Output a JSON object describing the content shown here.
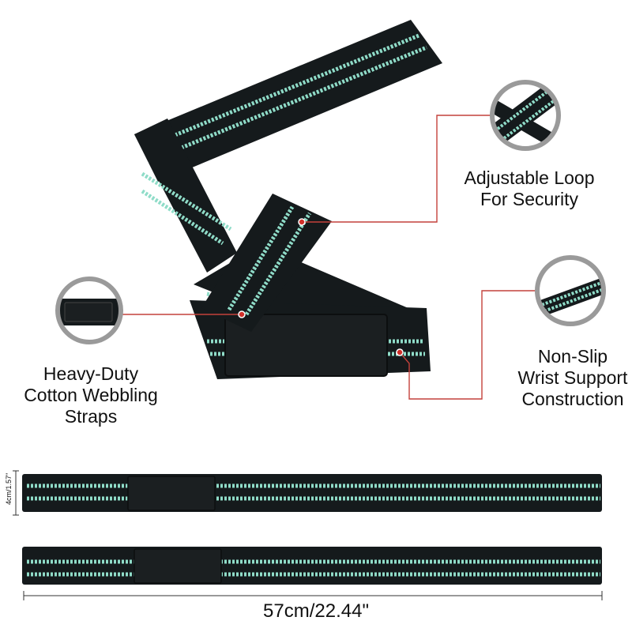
{
  "colors": {
    "strap": "#151a1c",
    "stripe": "#8fdcc8",
    "pad": "#1b1f21",
    "callout_line": "#c4413b",
    "callout_dot": "#d0302a",
    "circle_ring": "#9a9a9a",
    "background": "#ffffff"
  },
  "callouts": {
    "adjustable": {
      "lines": [
        "Adjustable Loop",
        "For Security"
      ]
    },
    "heavy_duty": {
      "lines": [
        "Heavy-Duty",
        "Cotton Webbling",
        "Straps"
      ]
    },
    "non_slip": {
      "lines": [
        "Non-Slip",
        "Wrist Support",
        "Construction"
      ]
    }
  },
  "dimensions": {
    "length": "57cm/22.44\"",
    "width": "4cm/1.57\""
  }
}
